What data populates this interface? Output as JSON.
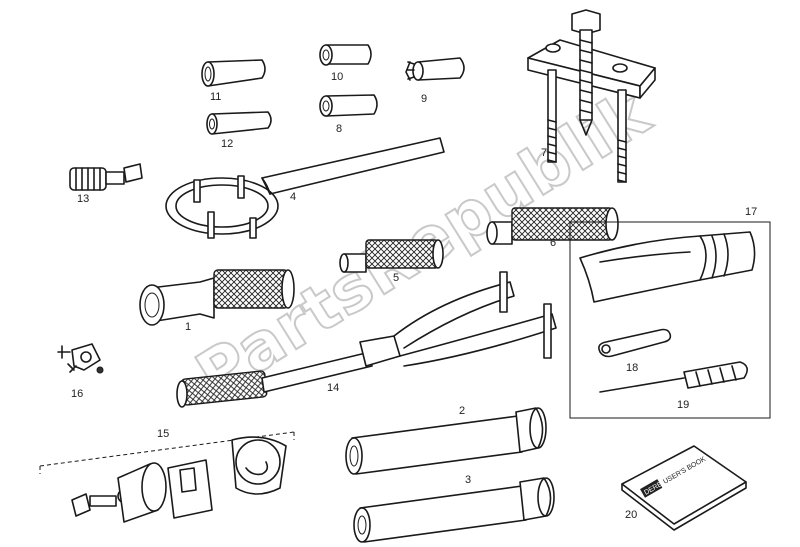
{
  "diagram": {
    "watermark": "PartsRepublik",
    "callouts": [
      "1",
      "2",
      "3",
      "4",
      "5",
      "6",
      "7",
      "8",
      "9",
      "10",
      "11",
      "12",
      "13",
      "14",
      "15",
      "16",
      "17",
      "18",
      "19",
      "20"
    ],
    "book_cover": {
      "brand": "DERBI",
      "title": "USER'S BOOK"
    }
  }
}
